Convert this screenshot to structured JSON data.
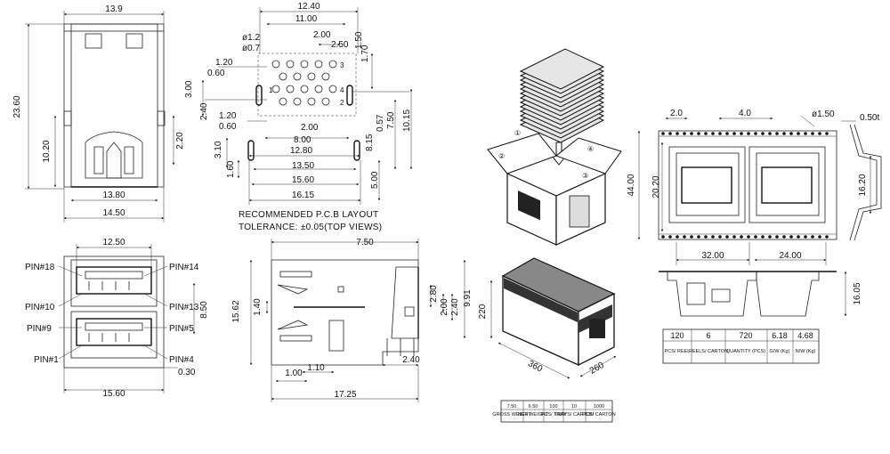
{
  "front_view": {
    "dims": {
      "width_top": "13.9",
      "height": "23.60",
      "d_1020": "10.20",
      "d_220": "2.20",
      "d_1380": "13.80",
      "d_1450": "14.50"
    }
  },
  "pcb_layout": {
    "dims": {
      "d_1240": "12.40",
      "d_1100": "11.00",
      "d_phi12": "ø1.2",
      "d_phi07": "ø0.7",
      "d_250": "2.50",
      "d_170": "1.70",
      "d_120": "1.20",
      "d_060": "0.60",
      "d_150": "1.50",
      "d_300": "3.00",
      "d_240": "2.40",
      "d_200": "2.00",
      "d_750": "7.50",
      "d_057": "0.57",
      "d_1015": "10.15",
      "d_120b": "1.20",
      "d_060b": "0.60",
      "d_800": "8.00",
      "d_310": "3.10",
      "d_1280": "12.80",
      "d_815": "8.15",
      "d_160": "1.60",
      "d_1350": "13.50",
      "d_1560": "15.60",
      "d_500": "5.00",
      "d_1615": "16.15"
    },
    "pin_labels": [
      "3",
      "4",
      "1",
      "2"
    ],
    "note_line1": "RECOMMENDED P.C.B LAYOUT",
    "note_line2": "TOLERANCE: ±0.05(TOP VIEWS)"
  },
  "packaging_box": {
    "step_labels": [
      "①",
      "②",
      "③",
      "④"
    ],
    "carton_dims": {
      "h": "220",
      "l": "360",
      "w": "260"
    },
    "table": {
      "values": [
        "7.50",
        "6.50",
        "100",
        "10",
        "1000"
      ],
      "labels": [
        "GROSS WEIGHT",
        "NET WEIGHT",
        "PCS/ TRAY",
        "TRAYS/ CARTON",
        "PCS/ CARTON"
      ]
    }
  },
  "tape_reel": {
    "dims": {
      "d_20": "2.0",
      "d_40": "4.0",
      "d_phi150": "ø1.50",
      "d_050t": "0.50t",
      "d_4400": "44.00",
      "d_2020": "20.20",
      "d_1620": "16.20",
      "d_3200": "32.00",
      "d_2400": "24.00",
      "d_1605": "16.05"
    },
    "table": {
      "values": [
        "120",
        "6",
        "720",
        "6.18",
        "4.68"
      ],
      "labels": [
        "PCS/ REEL",
        "REELS/ CARTON",
        "QUANTITY (PCS)",
        "G/W (Kg)",
        "N/W (Kg)"
      ]
    }
  },
  "pin_view": {
    "dims": {
      "d_1250": "12.50",
      "d_850": "8.50",
      "d_030": "0.30",
      "d_1560": "15.60"
    },
    "pins": [
      "PIN#18",
      "PIN#14",
      "PIN#10",
      "PIN#13",
      "PIN#9",
      "PIN#5",
      "PIN#1",
      "PIN#4"
    ]
  },
  "side_view": {
    "dims": {
      "d_750": "7.50",
      "d_1562": "15.62",
      "d_140": "1.40",
      "d_280": "2.80",
      "d_200": "2.00",
      "d_240": "2.40",
      "d_991": "9.91",
      "d_110": "1.10",
      "d_100": "1.00",
      "d_240b": "2.40",
      "d_1725": "17.25"
    }
  }
}
